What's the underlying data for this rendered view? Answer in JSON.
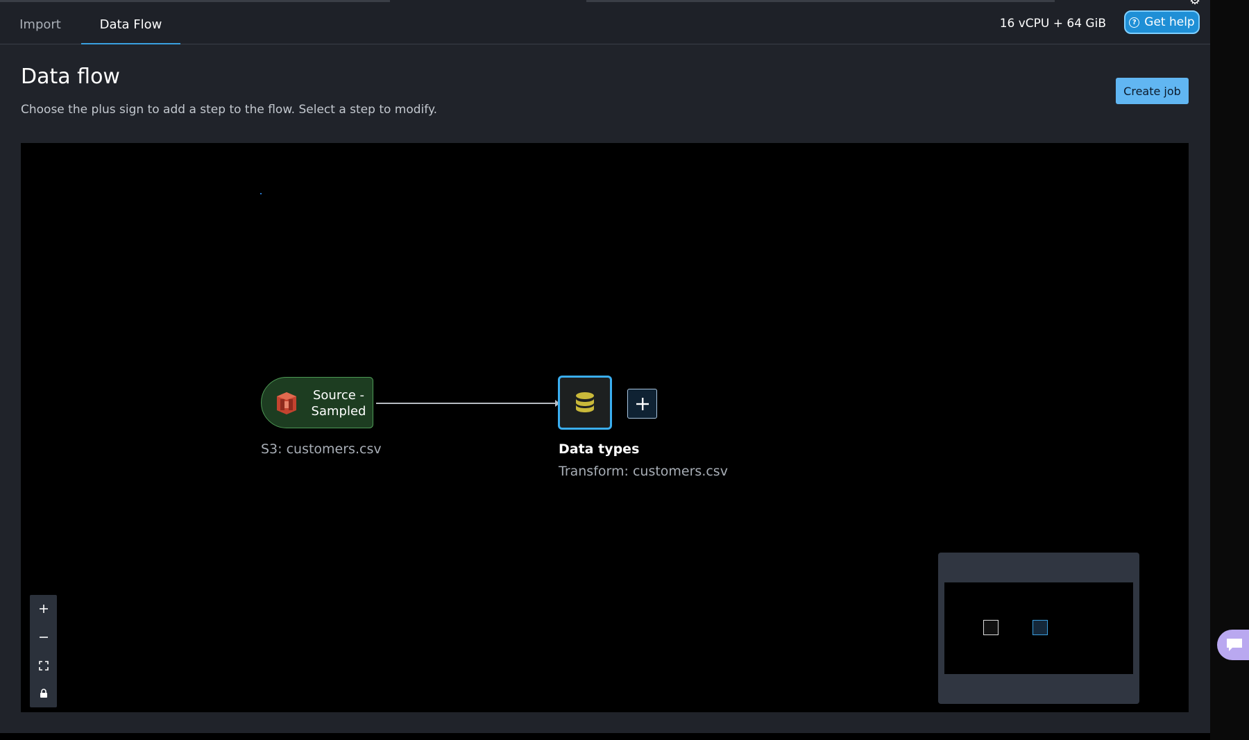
{
  "tabs": [
    {
      "label": "Import",
      "active": false
    },
    {
      "label": "Data Flow",
      "active": true
    }
  ],
  "header": {
    "resource": "16 vCPU + 64 GiB",
    "help_label": "Get help"
  },
  "page": {
    "title": "Data flow",
    "description": "Choose the plus sign to add a step to the flow. Select a step to modify.",
    "create_job_label": "Create job"
  },
  "flow": {
    "source": {
      "label": "Source - Sampled",
      "subtitle": "S3: customers.csv",
      "icon": "s3-bucket-icon"
    },
    "transform": {
      "title": "Data types",
      "subtitle": "Transform: customers.csv",
      "icon": "database-icon"
    },
    "add_step_icon": "plus-icon"
  },
  "zoom_controls": [
    {
      "name": "zoom-in",
      "icon": "+"
    },
    {
      "name": "zoom-out",
      "icon": "−"
    },
    {
      "name": "fit-view",
      "icon": "fit"
    },
    {
      "name": "lock",
      "icon": "lock"
    }
  ],
  "colors": {
    "accent": "#3aaef0",
    "source_node_border": "#4e9a55",
    "create_job_bg": "#61b6f2",
    "help_bg": "#1f8fd6"
  }
}
